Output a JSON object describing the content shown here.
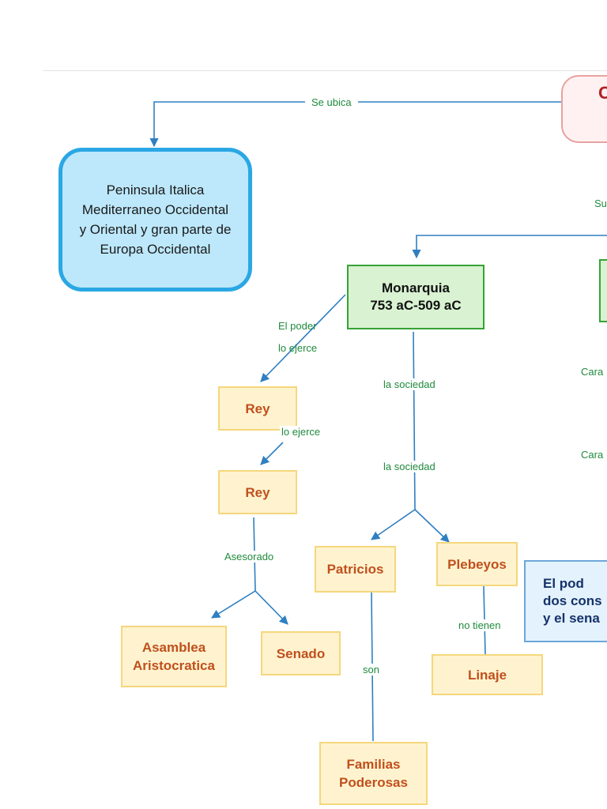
{
  "nodes": {
    "top": "C",
    "peninsula": [
      "Peninsula Italica",
      "Mediterraneo  Occidental",
      "y Oriental y gran parte de",
      "Europa Occidental"
    ],
    "monarquia": [
      "Monarquia",
      "753  aC-509  aC"
    ],
    "rey1": "Rey",
    "rey2": "Rey",
    "patricios": "Patricios",
    "plebeyos": "Plebeyos",
    "asamblea": [
      "Asamblea",
      "Aristocratica"
    ],
    "senado": "Senado",
    "linaje": "Linaje",
    "familias": [
      "Familias",
      "Poderosas"
    ],
    "poder_box": [
      "El pod",
      "dos cons",
      "y el sena"
    ]
  },
  "labels": {
    "se_ubica": "Se ubica",
    "su": "Su",
    "el_poder": "El poder",
    "lo_ejerce_1": "lo ejerce",
    "lo_ejerce_2": "lo ejerce",
    "la_sociedad_1": "la sociedad",
    "la_sociedad_2": "la sociedad",
    "cara_1": "Cara",
    "cara_2": "Cara",
    "asesorado": "Asesorado",
    "no_tienen": "no tienen",
    "son": "son"
  },
  "colors": {
    "connector": "#2f7fc1",
    "label_text": "#1f8a3c"
  }
}
